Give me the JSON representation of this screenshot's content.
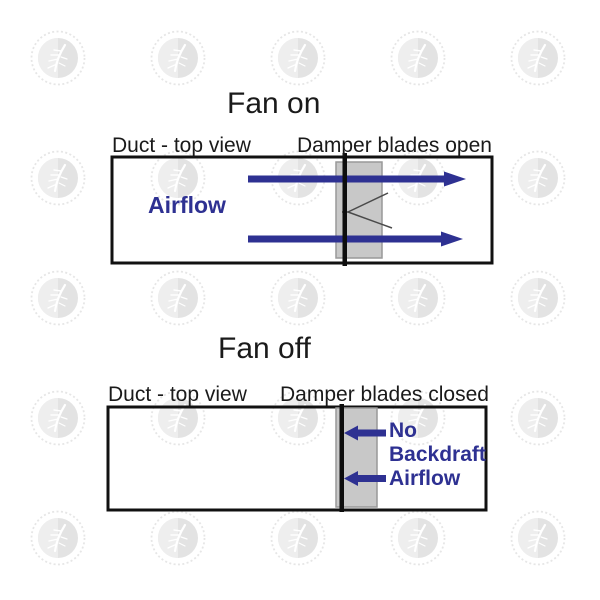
{
  "page": {
    "background_color": "#ffffff",
    "description": "Backdraft damper duct airflow diagram"
  },
  "colors": {
    "ink": "#1a1a1a",
    "navy": "#2e3192",
    "duct_border": "#111111",
    "damper_fill": "#c8c8c8",
    "damper_edge": "#999999",
    "damper_frame": "#0d0d0d",
    "blade_line": "#4a4a4a",
    "watermark_gray": "#e5e5e5"
  },
  "watermark": {
    "icon": "leaf-logo-watermark-icon",
    "grid_rows": 5,
    "grid_cols": 5
  },
  "fan_on": {
    "title": "Fan on",
    "duct_label": "Duct - top view",
    "damper_label": "Damper blades open",
    "flow_label": "Airflow",
    "flow_direction": "right",
    "arrow_count": 2
  },
  "fan_off": {
    "title": "Fan off",
    "duct_label": "Duct - top view",
    "damper_label": "Damper blades closed",
    "flow_lines": [
      "No",
      "Backdraft",
      "Airflow"
    ],
    "flow_direction": "left",
    "arrow_count": 2
  }
}
